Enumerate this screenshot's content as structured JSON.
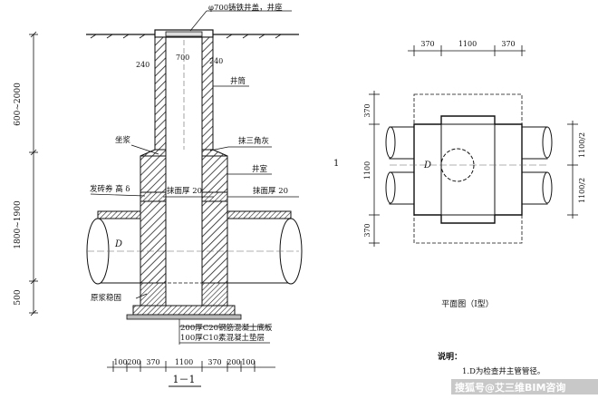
{
  "section": {
    "cover_label": "φ700铸铁井盖，井座",
    "dims_top": [
      "240",
      "700",
      "240"
    ],
    "shaft_label": "井筒",
    "mortar_label": "坐浆",
    "fillet_label": "抹三角灰",
    "chamber_label": "井室",
    "arch_label": "发砖券 高 δ",
    "plaster_inner": "抹面厚 20",
    "plaster_outer": "抹面厚 20",
    "pipe_label": "D",
    "mortar_reinforce": "原浆稳固",
    "base_slab": "200厚C20钢筋混凝土底板",
    "cushion": "100厚C10素混凝土垫层",
    "vdims": [
      "600~2000",
      "1800~1900",
      "500"
    ],
    "hdims": [
      "100",
      "200",
      "370",
      "1100",
      "370",
      "200",
      "100"
    ],
    "section_title": "1－1",
    "cut_marker": "1"
  },
  "plan": {
    "top_dims": [
      "370",
      "1100",
      "370"
    ],
    "left_dims": [
      "370",
      "1100",
      "370"
    ],
    "right_dims": [
      "1100/2",
      "1100/2"
    ],
    "pipe_label": "D",
    "title": "平面图（Ⅰ型）"
  },
  "notes": {
    "heading": "说明：",
    "items": [
      "1.D为检查井主管管径。"
    ]
  },
  "watermark": "搜狐号@艾三维BIM咨询"
}
